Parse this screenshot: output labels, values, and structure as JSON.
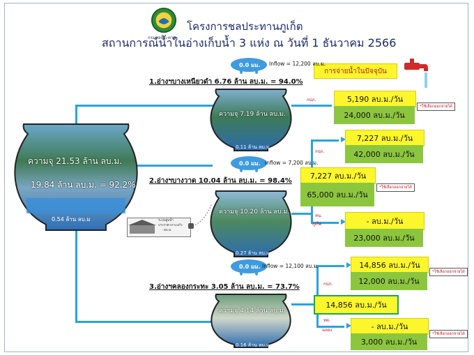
{
  "header": {
    "org_caption": "กรมชลประทาน",
    "title_line1": "โครงการชลประทานภูเก็ต",
    "title_line2": "สถานการณ์น้ำในอ่างเก็บน้ำ 3 แห่ง ณ วันที่ 1 ธันวาคม 2566"
  },
  "current_release_label": "การจ่ายน้ำในปัจจุบัน",
  "main_pot": {
    "capacity": "ความจุ 21.53 ล้าน ลบ.ม.",
    "storage": "19.84 ล้าน ลบ.ม. = 92.2%",
    "bottom": "0.54 ล้าน ลบ.ม"
  },
  "reservoirs": [
    {
      "header": "1.อ่างฯบางเหนียวดำ 6.76 ล้าน ลบ.ม. = 94.0%",
      "rain": "0.0 มม.",
      "inflow": "Inflow = 12,200 ลบ.ม.",
      "capacity": "ความจุ 7.19 ล้าน ลบ.ม.",
      "bottom": "0.11 ล้าน ลบ.ม",
      "route_label": "กปภ.",
      "yellow": "5,190 ลบ.ม./วัน",
      "green": "24,000 ลบ.ม./วัน",
      "badge": "*ใช้เลือกออกจ่ายได้"
    },
    {
      "header": "2.อ่างฯบางวาด 10.04 ล้าน ลบ.ม. = 98.4%",
      "rain": "0.0 มม.",
      "inflow": "Inflow = 7,200 ลบ.ม.",
      "capacity": "ความจุ 10.20 ล้าน ลบ.ม.",
      "bottom": "0.27 ล้าน ลบ.ม",
      "route1_label": "กปภ.",
      "y1": "7,227 ลบ.ม./วัน",
      "g1": "42,000 ลบ.ม./วัน",
      "y_mid": "7,227 ลบ.ม./วัน",
      "g_mid": "65,000 ลบ.ม./วัน",
      "badge": "*ใช้เลือกออกจ่ายได้",
      "route2_label_a": "ทน.",
      "route2_label_b": "ภูเก็ต",
      "y2": "- ลบ.ม./วัน",
      "g2": "23,000 ลบ.ม./วัน",
      "plant_line1": "ระบบสูบน้ำ",
      "plant_line2": "บางวาด-เกาะแก้ว",
      "plant_line3": "- ลบ.ม."
    },
    {
      "header": "3.อ่างฯคลองกระทะ 3.05 ล้าน ลบ.ม. = 73.7%",
      "rain": "0.0 มม.",
      "inflow": "Inflow = 12,100 ลบ.ม.",
      "capacity": "ความจุ 4.14 ล้าน ลบ.ม.",
      "bottom": "0.16 ล้าน ลบ.ม",
      "y_mid": "14,856 ลบ.ม./วัน",
      "route1_label": "กปภ.",
      "y1": "14,856 ลบ.ม./วัน",
      "g1": "12,000 ลบ.ม./วัน",
      "badge1": "*ใช้เลือกออกจ่ายได้",
      "route2_label_a": "ทต.",
      "route2_label_b": "ฉลอง",
      "y2": "- ลบ.ม./วัน",
      "g2": "3,000 ลบ.ม./วัน",
      "badge2": "*ใช้เลือกออกจ่ายได้"
    }
  ],
  "colors": {
    "line": "#29a3de",
    "yellow": "#fcf62c",
    "green": "#8cc63f",
    "title": "#1b2a6b"
  }
}
